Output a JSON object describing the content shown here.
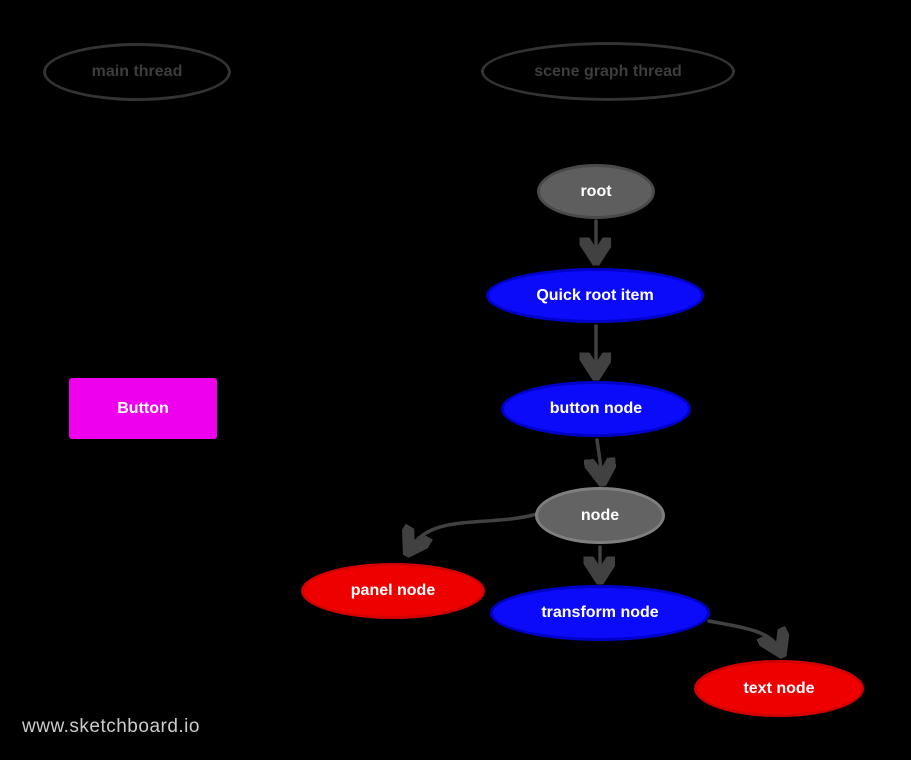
{
  "canvas": {
    "background": "#000000",
    "watermark": "www.sketchboard.io"
  },
  "groups": {
    "main_thread": {
      "label": "main thread"
    },
    "scene_graph_thread": {
      "label": "scene graph thread"
    }
  },
  "nodes": {
    "root": {
      "label": "root",
      "fill": "#5e5e5e",
      "type": "ellipse"
    },
    "quick_root_item": {
      "label": "Quick root item",
      "fill": "#0b0bfa",
      "type": "ellipse"
    },
    "button_node": {
      "label": "button node",
      "fill": "#0b0bfa",
      "type": "ellipse"
    },
    "node": {
      "label": "node",
      "fill": "#636363",
      "type": "ellipse"
    },
    "panel_node": {
      "label": "panel node",
      "fill": "#ee0000",
      "type": "ellipse"
    },
    "transform_node": {
      "label": "transform node",
      "fill": "#0b0bfa",
      "type": "ellipse"
    },
    "text_node": {
      "label": "text node",
      "fill": "#ee0000",
      "type": "ellipse"
    },
    "button_widget": {
      "label": "Button",
      "fill": "#ee00ee",
      "type": "rectangle"
    }
  },
  "edges": [
    {
      "from": "root",
      "to": "quick_root_item"
    },
    {
      "from": "quick_root_item",
      "to": "button_node"
    },
    {
      "from": "button_node",
      "to": "node"
    },
    {
      "from": "node",
      "to": "panel_node"
    },
    {
      "from": "node",
      "to": "transform_node"
    },
    {
      "from": "transform_node",
      "to": "text_node"
    }
  ],
  "colors": {
    "edge": "#414141",
    "group_outline": "#333333",
    "group_text": "#3d3d3d",
    "blue": "#0b0bfa",
    "red": "#ee0000",
    "gray": "#5e5e5e",
    "magenta": "#ee00ee",
    "node_text": "#ffffff",
    "watermark_text": "#cccccc"
  }
}
